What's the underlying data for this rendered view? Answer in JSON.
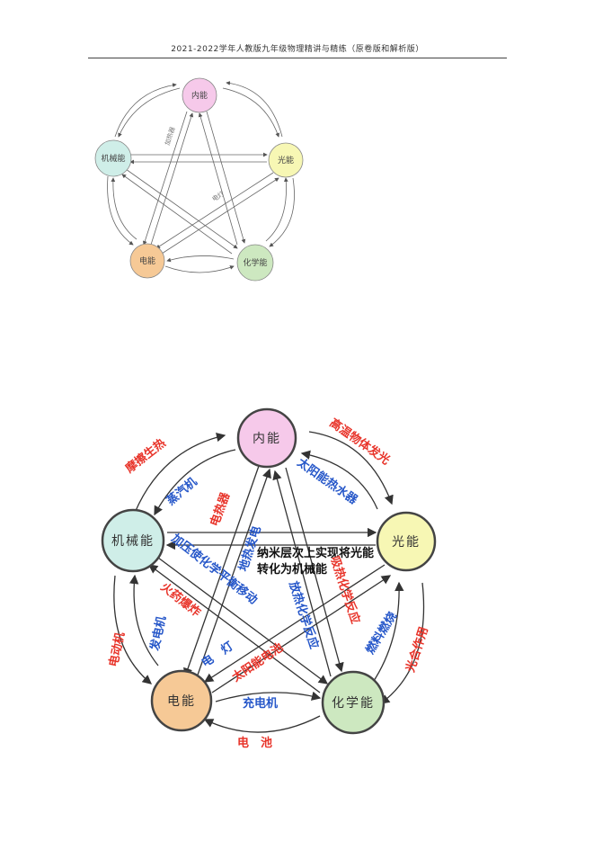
{
  "header": {
    "title": "2021-2022学年人教版九年级物理精讲与精练（原卷版和解析版）"
  },
  "diagram_small": {
    "nodes": {
      "internal": "内能",
      "mechanical": "机械能",
      "light": "光能",
      "electric": "电能",
      "chemical": "化学能"
    },
    "labels": {
      "heater": "加热器",
      "lamp": "电灯"
    }
  },
  "diagram_large": {
    "nodes": {
      "internal": "内能",
      "mechanical": "机械能",
      "light": "光能",
      "electric": "电能",
      "chemical": "化学能"
    },
    "labels": {
      "friction": "摩擦生热",
      "hot_object": "高温物体发光",
      "steam_engine": "蒸汽机",
      "solar_heater": "太阳能热水器",
      "electric_heater": "电热器",
      "geothermal": "地热发电",
      "pressure": "加压使化学平衡移动",
      "nano_line1": "纳米层次上实现将光能",
      "nano_line2": "转化为机械能",
      "gunpowder": "火药爆炸",
      "exothermic": "放热化学反应",
      "endothermic": "吸热化学反应",
      "fuel": "燃料燃烧",
      "motor": "电动机",
      "generator": "发电机",
      "lamp": "电　灯",
      "solar_cell": "太阳能电池",
      "photosynthesis": "光合作用",
      "charger": "充电机",
      "battery": "电　池"
    }
  },
  "colors": {
    "internal": "#f6c9ea",
    "mechanical": "#cfeee8",
    "light": "#f7f7b4",
    "electric": "#f6c996",
    "chemical": "#cde8c0",
    "red_label": "#e8342a",
    "blue_label": "#2657c9"
  }
}
